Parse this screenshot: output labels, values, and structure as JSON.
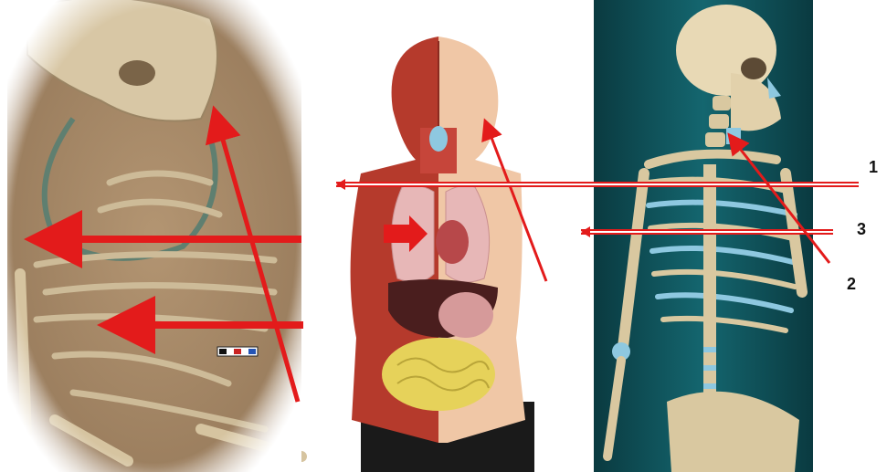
{
  "callouts": [
    {
      "id": "1",
      "label": "1"
    },
    {
      "id": "2",
      "label": "2"
    },
    {
      "id": "3",
      "label": "3"
    }
  ],
  "colors": {
    "arrow_red": "#e31b1b",
    "soil": "#a88a6a",
    "bone": "#d9c8a6",
    "skeleton_bg": "#0d4d55",
    "cartilage": "#8ec8e0",
    "lung": "#e7b7b7",
    "liver": "#4a1e1e",
    "intestine": "#e6d25a",
    "muscle": "#b53a2c",
    "skin": "#f0c7a6"
  },
  "images": [
    {
      "name": "excavated-burial-photo"
    },
    {
      "name": "anatomical-torso-model"
    },
    {
      "name": "3d-skeleton-render"
    }
  ]
}
